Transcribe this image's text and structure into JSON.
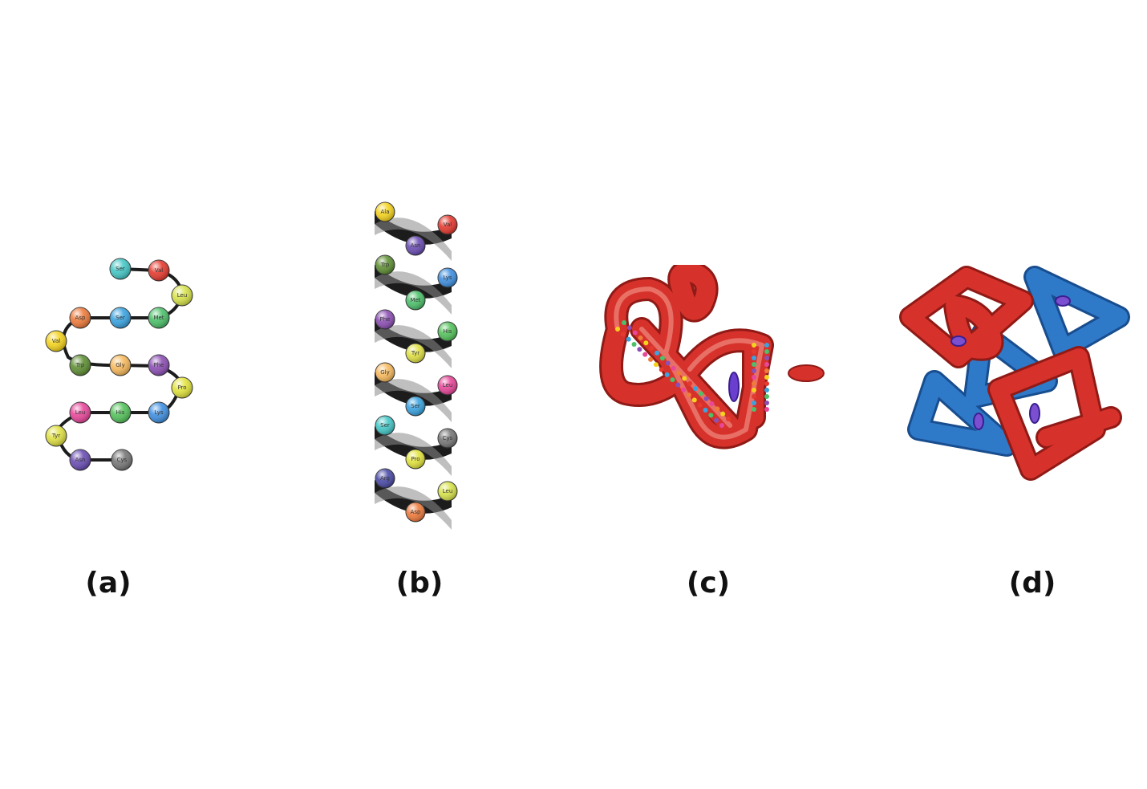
{
  "colors": {
    "Ala": "#f4d31e",
    "Val": "#e53a2f",
    "Leu": "#d7e34a",
    "Ser": "#3aa3e0",
    "Asp": "#ef7b3c",
    "Met": "#4cc06a",
    "Trp": "#5f8f34",
    "Gly": "#f7b95c",
    "Phe": "#8c4fb4",
    "Pro": "#e2e33d",
    "His": "#54c25b",
    "Lys": "#3f8fe0",
    "Tyr": "#e0e044",
    "Asn": "#6a4db3",
    "Cys": "#777777",
    "Glu": "#e8479a",
    "Arg": "#4a4aa6",
    "SerTeal": "#45c6c6",
    "protein_red": "#d6322b",
    "protein_blue": "#2f79c9",
    "backbone": "#1c1c1c"
  },
  "primary": {
    "residues": [
      {
        "name": "Ser",
        "color": "SerTeal"
      },
      {
        "name": "Val",
        "color": "Val"
      },
      {
        "name": "Leu",
        "color": "Leu"
      },
      {
        "name": "Met",
        "color": "Met"
      },
      {
        "name": "Ser",
        "color": "Ser"
      },
      {
        "name": "Asp",
        "color": "Asp"
      },
      {
        "name": "Val",
        "color": "Ala"
      },
      {
        "name": "Trp",
        "color": "Trp"
      },
      {
        "name": "Gly",
        "color": "Gly"
      },
      {
        "name": "Phe",
        "color": "Phe"
      },
      {
        "name": "Pro",
        "color": "Pro"
      },
      {
        "name": "Lys",
        "color": "Lys"
      },
      {
        "name": "His",
        "color": "His"
      },
      {
        "name": "Leu",
        "color": "Glu"
      },
      {
        "name": "Tyr",
        "color": "Tyr"
      },
      {
        "name": "Asn",
        "color": "Asn"
      },
      {
        "name": "Cys",
        "color": "Cys"
      }
    ]
  },
  "secondary": {
    "residues": [
      {
        "name": "Ala",
        "color": "Ala"
      },
      {
        "name": "Val",
        "color": "Val"
      },
      {
        "name": "Asn",
        "color": "Asn"
      },
      {
        "name": "Trp",
        "color": "Trp"
      },
      {
        "name": "Lys",
        "color": "Lys"
      },
      {
        "name": "Met",
        "color": "Met"
      },
      {
        "name": "Phe",
        "color": "Phe"
      },
      {
        "name": "His",
        "color": "His"
      },
      {
        "name": "Tyr",
        "color": "Tyr"
      },
      {
        "name": "Gly",
        "color": "Gly"
      },
      {
        "name": "Leu",
        "color": "Glu"
      },
      {
        "name": "Ser",
        "color": "Ser"
      },
      {
        "name": "Ser",
        "color": "SerTeal"
      },
      {
        "name": "Cys",
        "color": "Cys"
      },
      {
        "name": "Pro",
        "color": "Pro"
      },
      {
        "name": "Arg",
        "color": "Arg"
      },
      {
        "name": "Leu",
        "color": "Leu"
      },
      {
        "name": "Asp",
        "color": "Asp"
      }
    ]
  },
  "labels": {
    "a": "(a)",
    "b": "(b)",
    "c": "(c)",
    "d": "(d)"
  }
}
